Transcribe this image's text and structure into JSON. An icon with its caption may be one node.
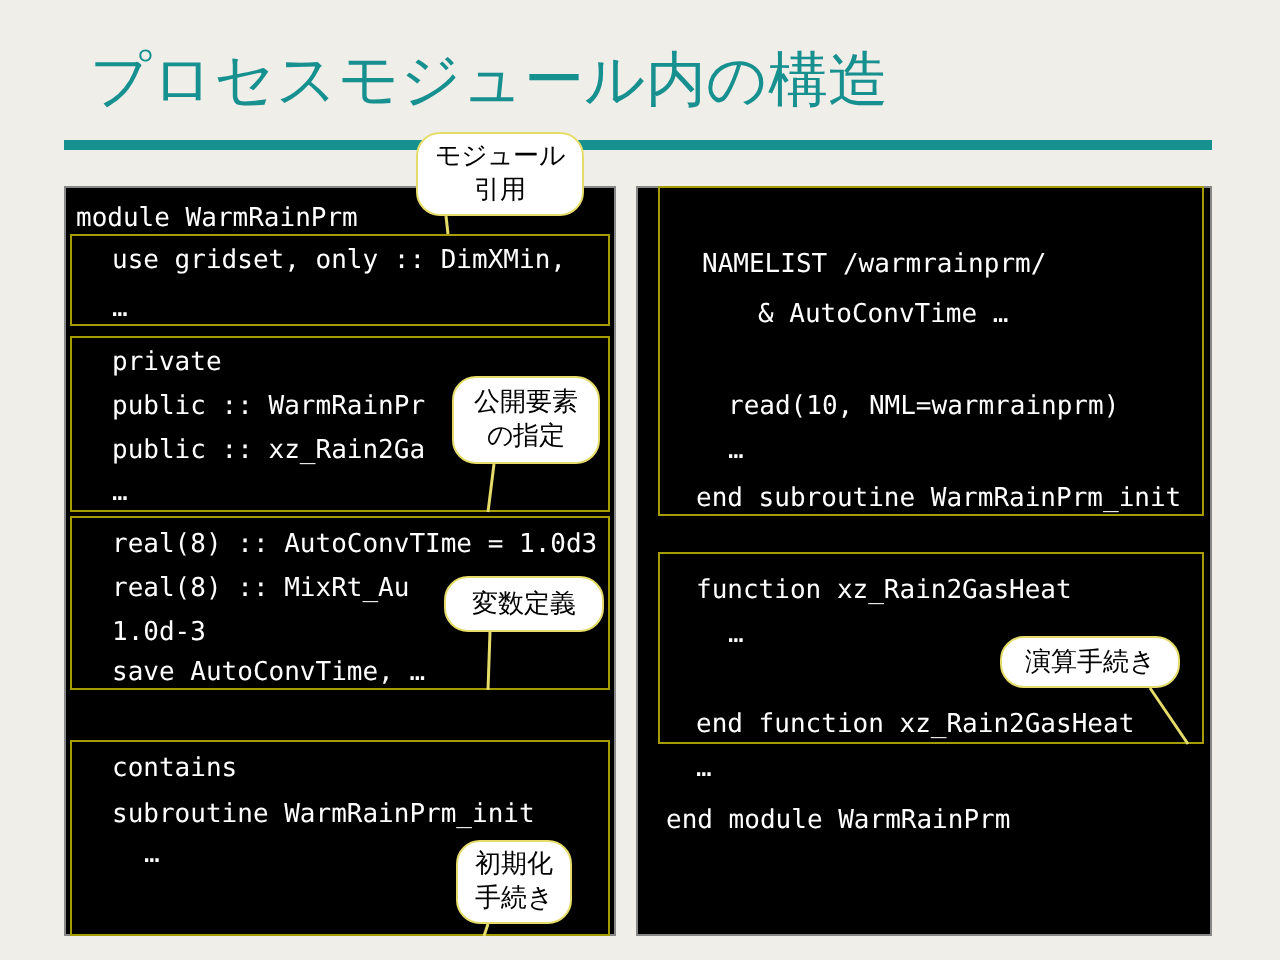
{
  "diagram": {
    "title": "プロセスモジュール内の構造",
    "nodes": [
      {
        "text": [
          "module WarmRainPrm"
        ]
      },
      {
        "text": [
          "use gridset, only :: DimXMin,",
          "…"
        ],
        "in": 0
      },
      {
        "text": [
          "private",
          "public :: WarmRainPr",
          "public :: xz_Rain2Ga",
          "…"
        ],
        "in": 0
      },
      {
        "text": [
          "real(8) :: AutoConvTIme = 1.0d3",
          "real(8) :: MixRt_Au 1.0d-3",
          "save AutoConvTime, …"
        ],
        "in": 0
      },
      {
        "text": [
          "contains",
          "subroutine WarmRainPrm_init",
          "…"
        ],
        "in": 0
      },
      {
        "text": [
          "…",
          "end module WarmRainPrm"
        ]
      },
      {
        "text": [
          "NAMELIST /warmrainprm/",
          "& AutoConvTime …",
          "read(10, NML=warmrainprm)",
          "…",
          "end subroutine WarmRainPrm_init"
        ],
        "in": 5
      },
      {
        "text": [
          "function xz_Rain2GasHeat",
          "…",
          "end function xz_Rain2GasHeat"
        ],
        "in": 5
      },
      {
        "text": [
          "モジュール引用"
        ]
      },
      {
        "text": [
          "公開要素の指定"
        ],
        "in": 2
      },
      {
        "text": [
          "変数定義"
        ],
        "in": 3
      },
      {
        "text": [
          "初期化手続き"
        ],
        "in": 4
      },
      {
        "text": [
          "演算手続き"
        ],
        "in": 7
      }
    ],
    "edges": [
      {
        "from": 8,
        "to": 1,
        "arrow": "none"
      },
      {
        "from": 9,
        "to": 2,
        "arrow": "none"
      },
      {
        "from": 10,
        "to": 3,
        "arrow": "none"
      },
      {
        "from": 11,
        "to": 4,
        "arrow": "none"
      },
      {
        "from": 12,
        "to": 7,
        "arrow": "none"
      }
    ]
  }
}
